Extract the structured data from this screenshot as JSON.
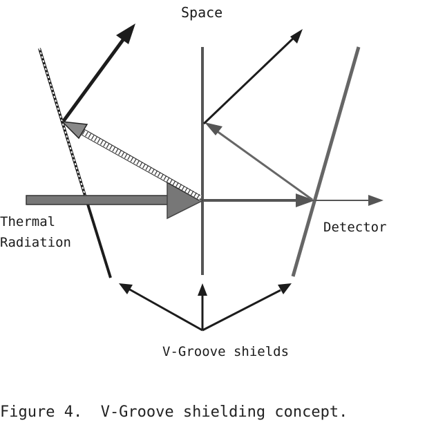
{
  "labels": {
    "space": "Space",
    "thermal_line1": "Thermal",
    "thermal_line2": "Radiation",
    "detector": "Detector",
    "shields": "V-Groove shields",
    "caption": "Figure 4.  V-Groove shielding concept."
  },
  "colors": {
    "dark": "#1c1c1c",
    "medium": "#555555",
    "gray_arrow": "#6a6a6a",
    "background": "#ffffff"
  }
}
